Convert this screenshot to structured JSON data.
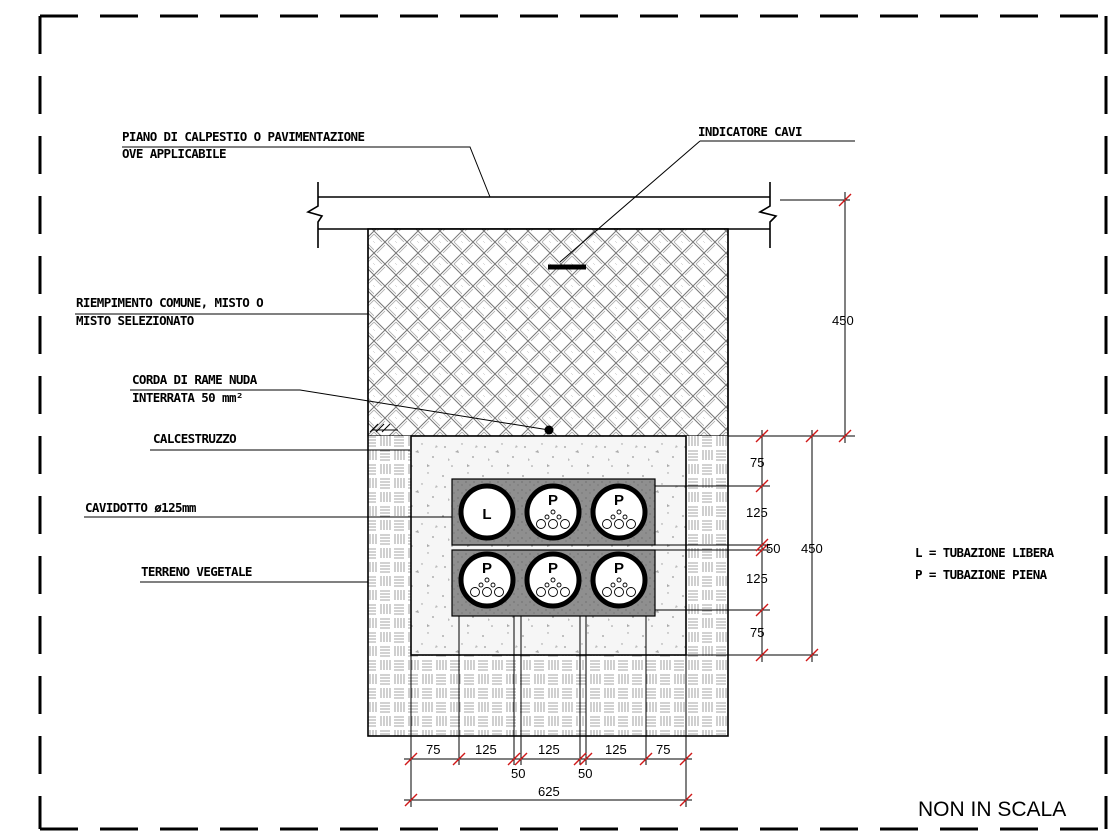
{
  "labels": {
    "pavement_line1": "PIANO DI CALPESTIO O PAVIMENTAZIONE",
    "pavement_line2": "OVE APPLICABILE",
    "cable_indicator": "INDICATORE CAVI",
    "backfill_line1": "RIEMPIMENTO COMUNE, MISTO O",
    "backfill_line2": "MISTO SELEZIONATO",
    "copper_line1": "CORDA DI RAME NUDA",
    "copper_line2": "INTERRATA 50 mm²",
    "concrete": "CALCESTRUZZO",
    "conduit": "CAVIDOTTO ø125mm",
    "topsoil": "TERRENO VEGETALE"
  },
  "legend": {
    "free": "L = TUBAZIONE LIBERA",
    "full": "P = TUBAZIONE PIENA"
  },
  "pipes": {
    "top_row": [
      "L",
      "P",
      "P"
    ],
    "bottom_row": [
      "P",
      "P",
      "P"
    ]
  },
  "dimensions": {
    "upper_depth": "450",
    "lower_depth": "450",
    "v_75_top": "75",
    "v_125_top": "125",
    "v_50": "50",
    "v_125_bottom": "125",
    "v_75_bottom": "75",
    "h_75_left": "75",
    "h_125_a": "125",
    "h_125_b": "125",
    "h_125_c": "125",
    "h_75_right": "75",
    "h_50_left": "50",
    "h_50_right": "50",
    "total_width": "625"
  },
  "scale_note": "NON IN SCALA"
}
